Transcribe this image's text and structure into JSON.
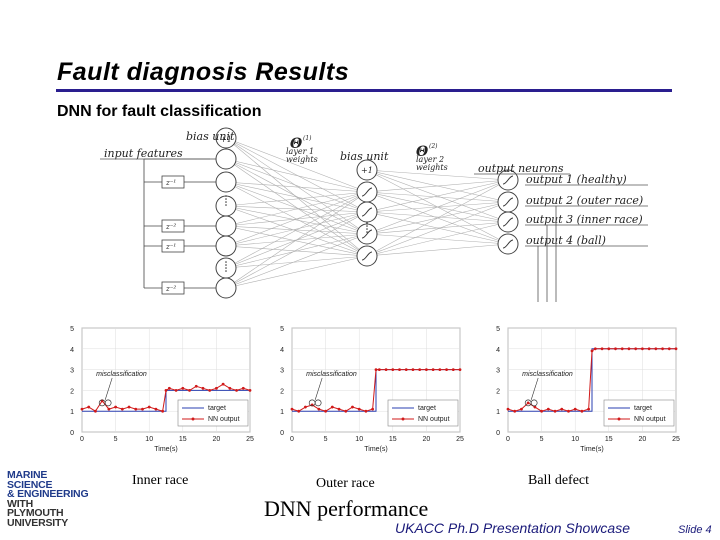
{
  "slide": {
    "title": "Fault  diagnosis Results",
    "subtitle": "DNN for fault classification",
    "performance_label": "DNN performance",
    "footer": "UKACC Ph.D Presentation Showcase",
    "slide_number": "Slide 4",
    "accent_color": "#2a1e8f"
  },
  "logo": {
    "lines": [
      "MARINE",
      "SCIENCE",
      "& ENGINEERING",
      "WITH",
      "PLYMOUTH",
      "UNIVERSITY"
    ]
  },
  "diagram": {
    "bias_unit_1": "bias unit",
    "bias_value_1": "+1",
    "input_features": "input features",
    "theta1_label": "Θ",
    "theta1_sup": "(1)",
    "layer1_weights": "layer 1",
    "layer1_weights2": "weights",
    "bias_unit_2": "bias unit",
    "bias_value_2": "+1",
    "theta2_label": "Θ",
    "theta2_sup": "(2)",
    "layer2_weights": "layer 2",
    "layer2_weights2": "weights",
    "output_neurons": "output neurons",
    "outputs": [
      "output 1 (healthy)",
      "output 2 (outer race)",
      "output 3 (inner race)",
      "output 4 (ball)"
    ],
    "delay_labels": [
      "z⁻¹",
      "z⁻²",
      "z⁻¹",
      "z⁻²"
    ]
  },
  "chart_data": [
    {
      "type": "line",
      "caption": "Inner race",
      "xlabel": "Time(s)",
      "xlim": [
        0,
        25
      ],
      "ylim": [
        0,
        5
      ],
      "xticks": [
        "0",
        "5",
        "10",
        "15",
        "20",
        "25"
      ],
      "yticks": [
        "0",
        "1",
        "2",
        "3",
        "4",
        "5"
      ],
      "annotation": "misclassification",
      "legend": [
        "target",
        "NN output"
      ],
      "series": [
        {
          "name": "target",
          "x": [
            0,
            12.5,
            12.5,
            25
          ],
          "y": [
            1,
            1,
            2,
            2
          ]
        },
        {
          "name": "NN output",
          "x": [
            0,
            1,
            2,
            3,
            4,
            5,
            6,
            7,
            8,
            9,
            10,
            11,
            12,
            12.5,
            13,
            14,
            15,
            16,
            17,
            18,
            19,
            20,
            21,
            22,
            23,
            24,
            25
          ],
          "y": [
            1.1,
            1.2,
            1.0,
            1.5,
            1.1,
            1.2,
            1.1,
            1.2,
            1.1,
            1.1,
            1.2,
            1.1,
            1.0,
            2.0,
            2.1,
            2.0,
            2.1,
            2.0,
            2.2,
            2.1,
            2.0,
            2.1,
            2.3,
            2.1,
            2.0,
            2.1,
            2.0
          ]
        }
      ]
    },
    {
      "type": "line",
      "caption": "Outer race",
      "xlabel": "Time(s)",
      "xlim": [
        0,
        25
      ],
      "ylim": [
        0,
        5
      ],
      "xticks": [
        "0",
        "5",
        "10",
        "15",
        "20",
        "25"
      ],
      "yticks": [
        "0",
        "1",
        "2",
        "3",
        "4",
        "5"
      ],
      "annotation": "misclassification",
      "legend": [
        "target",
        "NN output"
      ],
      "series": [
        {
          "name": "target",
          "x": [
            0,
            12.5,
            12.5,
            25
          ],
          "y": [
            1,
            1,
            3,
            3
          ]
        },
        {
          "name": "NN output",
          "x": [
            0,
            1,
            2,
            3,
            4,
            5,
            6,
            7,
            8,
            9,
            10,
            11,
            12,
            12.5,
            13,
            14,
            15,
            16,
            17,
            18,
            19,
            20,
            21,
            22,
            23,
            24,
            25
          ],
          "y": [
            1.1,
            1.0,
            1.2,
            1.3,
            1.1,
            1.0,
            1.2,
            1.1,
            1.0,
            1.2,
            1.1,
            1.0,
            1.1,
            3.0,
            3.0,
            3.0,
            3.0,
            3.0,
            3.0,
            3.0,
            3.0,
            3.0,
            3.0,
            3.0,
            3.0,
            3.0,
            3.0
          ]
        }
      ]
    },
    {
      "type": "line",
      "caption": "Ball defect",
      "xlabel": "Time(s)",
      "xlim": [
        0,
        25
      ],
      "ylim": [
        0,
        5
      ],
      "xticks": [
        "0",
        "5",
        "10",
        "15",
        "20",
        "25"
      ],
      "yticks": [
        "0",
        "1",
        "2",
        "3",
        "4",
        "5"
      ],
      "annotation": "misclassification",
      "legend": [
        "target",
        "NN output"
      ],
      "series": [
        {
          "name": "target",
          "x": [
            0,
            12.5,
            12.5,
            25
          ],
          "y": [
            1,
            1,
            4,
            4
          ]
        },
        {
          "name": "NN output",
          "x": [
            0,
            1,
            2,
            3,
            4,
            5,
            6,
            7,
            8,
            9,
            10,
            11,
            12,
            12.5,
            13,
            14,
            15,
            16,
            17,
            18,
            19,
            20,
            21,
            22,
            23,
            24,
            25
          ],
          "y": [
            1.1,
            1.0,
            1.1,
            1.4,
            1.2,
            1.0,
            1.1,
            1.0,
            1.1,
            1.0,
            1.1,
            1.0,
            1.1,
            3.9,
            4.0,
            4.0,
            4.0,
            4.0,
            4.0,
            4.0,
            4.0,
            4.0,
            4.0,
            4.0,
            4.0,
            4.0,
            4.0
          ]
        }
      ]
    }
  ]
}
